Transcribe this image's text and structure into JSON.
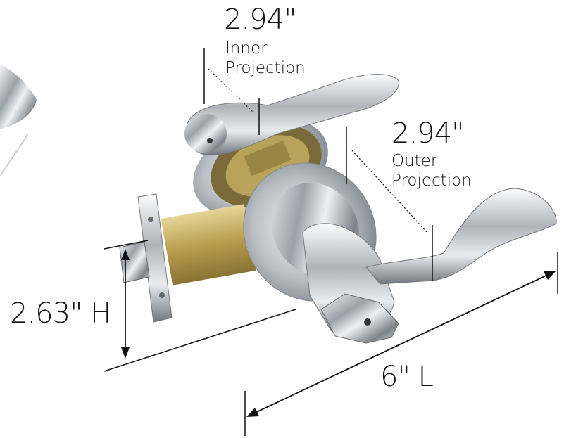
{
  "inner_projection": {
    "value": "2.94\"",
    "line1": "Inner",
    "line2": "Projection"
  },
  "outer_projection": {
    "value": "2.94\"",
    "line1": "Outer",
    "line2": "Projection"
  },
  "height": {
    "value": "2.63\" H"
  },
  "length": {
    "value": "6\" L"
  },
  "colors": {
    "chrome": "#c8cdd2",
    "brass": "#c9b56a",
    "line": "#111111"
  }
}
